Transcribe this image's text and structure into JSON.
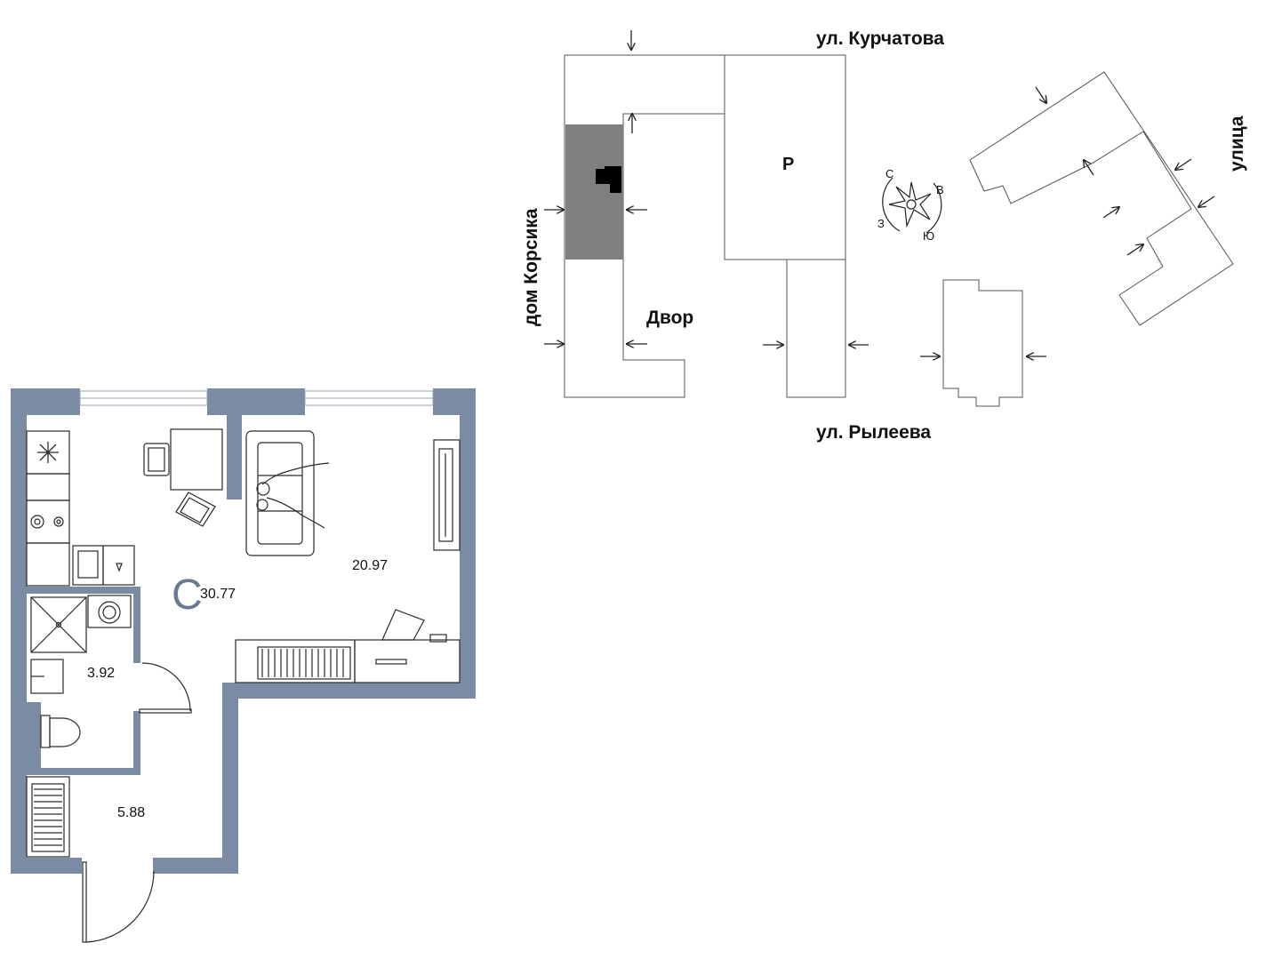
{
  "floor_plan": {
    "apartment_type": "С",
    "total_area": "30.77",
    "rooms": [
      {
        "name": "living-room",
        "area": "20.97"
      },
      {
        "name": "bathroom",
        "area": "3.92"
      },
      {
        "name": "hallway",
        "area": "5.88"
      }
    ],
    "colors": {
      "wall": "#7b8ba3",
      "line": "#2a2a2a",
      "window": "#bfc8d6"
    }
  },
  "site_plan": {
    "streets": {
      "north": "ул. Курчатова",
      "south": "ул. Рылеева",
      "east": "улица",
      "west": "дом Корсика"
    },
    "yard_label": "Двор",
    "parking_label": "Р",
    "compass": {
      "n": "С",
      "e": "В",
      "s": "Ю",
      "w": "З"
    },
    "colors": {
      "highlight": "#808080",
      "marker": "#000000",
      "outline": "#555555"
    }
  }
}
